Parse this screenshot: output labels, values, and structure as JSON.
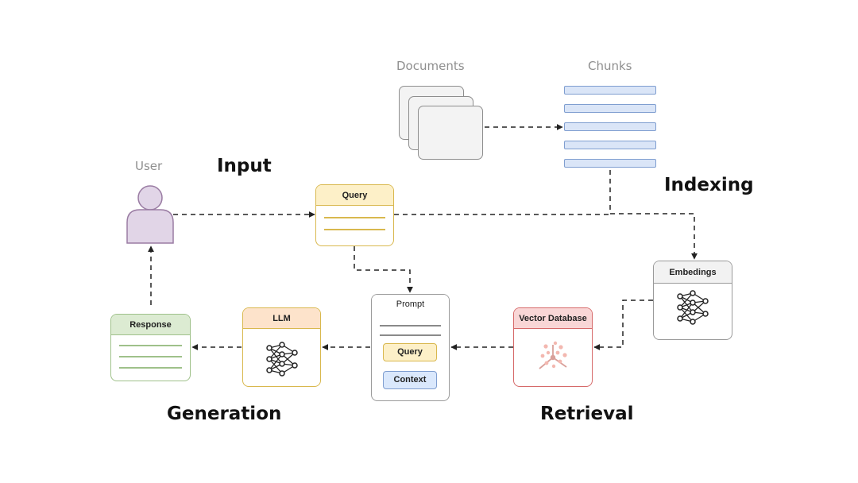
{
  "labels": {
    "documents": "Documents",
    "chunks": "Chunks",
    "user": "User"
  },
  "stages": {
    "input": "Input",
    "indexing": "Indexing",
    "generation": "Generation",
    "retrieval": "Retrieval"
  },
  "cards": {
    "query": "Query",
    "embeddings": "Embedings",
    "prompt": "Prompt",
    "prompt_query": "Query",
    "prompt_context": "Context",
    "vector_db": "Vector Database",
    "llm": "LLM",
    "response": "Response"
  },
  "colors": {
    "query_header": "#fdf0c8",
    "response_header": "#dcebd2",
    "llm_header": "#fde3cb",
    "vector_db_header": "#f9d6d6",
    "embeddings_header": "#f2f2f2",
    "chunk_fill": "#dae5f7",
    "user_fill": "#e1d5e7",
    "context_fill": "#dae8fc"
  },
  "icons": {
    "user": "user-icon",
    "neural_network": "neural-network-icon",
    "vector_cluster": "vector-cluster-icon"
  }
}
